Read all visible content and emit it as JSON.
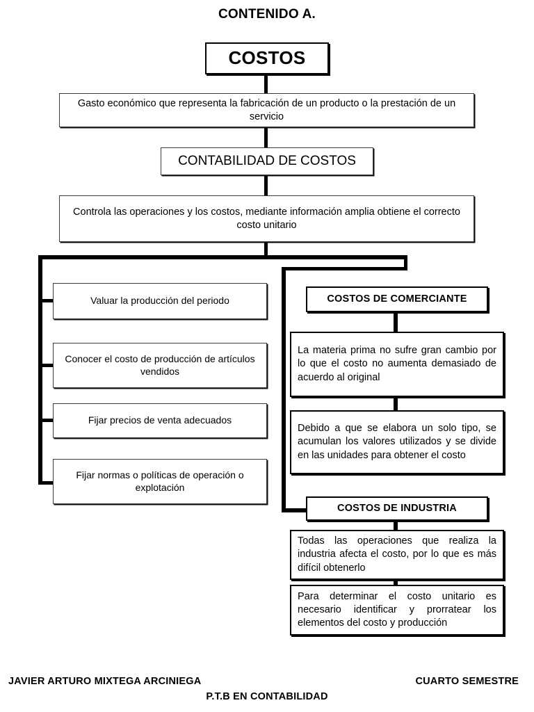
{
  "document": {
    "title": "CONTENIDO A."
  },
  "flowchart": {
    "root": {
      "label": "COSTOS"
    },
    "definition": {
      "text": "Gasto económico que representa la fabricación de un producto o la prestación de un servicio"
    },
    "accounting": {
      "label": "CONTABILIDAD DE COSTOS"
    },
    "accounting_desc": {
      "text": "Controla las operaciones y los costos, mediante información amplia obtiene el correcto costo unitario"
    },
    "objectives": [
      {
        "text": "Valuar la producción del periodo"
      },
      {
        "text": "Conocer el costo de producción de artículos vendidos"
      },
      {
        "text": "Fijar precios de venta adecuados"
      },
      {
        "text": "Fijar normas o políticas de operación o explotación"
      }
    ],
    "merchant": {
      "heading": "COSTOS DE COMERCIANTE",
      "notes": [
        {
          "text": "La materia prima no sufre gran cambio por lo que el costo no aumenta demasiado de acuerdo al original"
        },
        {
          "text": "Debido a que se elabora un solo tipo, se acumulan los valores utilizados y se divide en las unidades para obtener el costo"
        }
      ]
    },
    "industry": {
      "heading": "COSTOS DE INDUSTRIA",
      "notes": [
        {
          "text": "Todas las operaciones que realiza la industria  afecta el costo, por lo que es más difícil obtenerlo"
        },
        {
          "text": "Para determinar el costo unitario es necesario identificar y prorratear los elementos del costo y producción"
        }
      ]
    }
  },
  "footer": {
    "author": "JAVIER ARTURO MIXTEGA ARCINIEGA",
    "semester": "CUARTO SEMESTRE",
    "program": "P.T.B EN CONTABILIDAD"
  },
  "colors": {
    "ink": "#000000",
    "paper": "#ffffff",
    "box_border": "#3a3a3a"
  }
}
